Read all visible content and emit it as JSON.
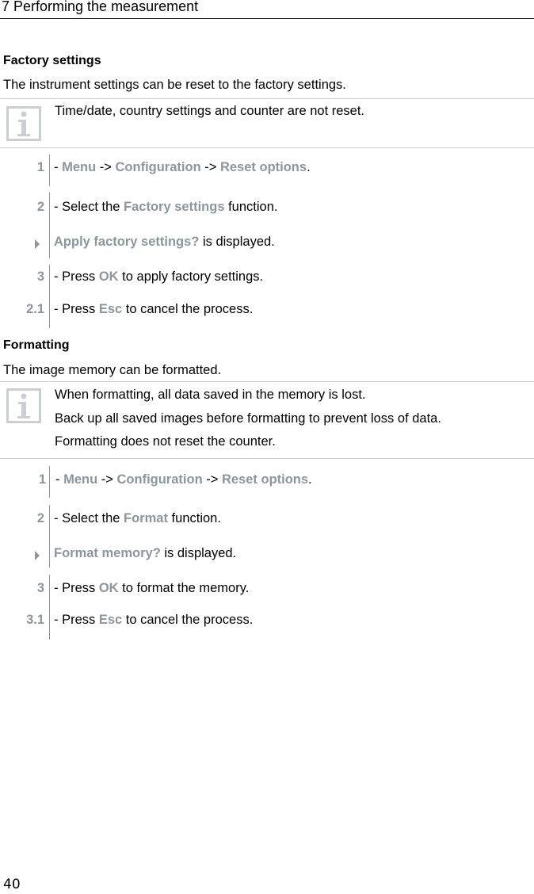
{
  "header": {
    "chapter_title": "7 Performing the measurement"
  },
  "colors": {
    "accent_gray": "#8b969d",
    "rule_gray": "#c9cfd3"
  },
  "sections": [
    {
      "title": "Factory settings",
      "intro": "The instrument settings can be reset to the factory settings.",
      "note": {
        "icon": "info-icon",
        "lines": [
          "Time/date, country settings and counter are not reset."
        ]
      },
      "steps": [
        {
          "num": "1",
          "parts": {
            "a": "- ",
            "k1": "Menu",
            "b": " -> ",
            "k2": "Configuration",
            "c": " -> ",
            "k3": "Reset options",
            "d": "."
          }
        },
        {
          "num": "2",
          "parts": {
            "a": "- Select the ",
            "k1": "Factory settings",
            "b": " function."
          }
        },
        {
          "num": "",
          "icon": "result-triangle-icon",
          "parts": {
            "k1": "Apply factory settings?",
            "a": " is displayed."
          }
        },
        {
          "num": "3",
          "parts": {
            "a": "- Press ",
            "k1": "OK",
            "b": " to apply factory settings."
          }
        },
        {
          "num": "2.1",
          "parts": {
            "a": "- Press ",
            "k1": "Esc",
            "b": " to cancel the process."
          }
        }
      ]
    },
    {
      "title": "Formatting",
      "intro": "The image memory can be formatted.",
      "note": {
        "icon": "info-icon",
        "lines": [
          "When formatting, all data saved in the memory is lost.",
          "Back up all saved images before formatting to prevent loss of data.",
          "Formatting does not reset the counter."
        ]
      },
      "steps": [
        {
          "num": "1",
          "parts": {
            "a": "- ",
            "k1": "Menu",
            "b": " -> ",
            "k2": "Configuration",
            "c": " -> ",
            "k3": "Reset options",
            "d": "."
          }
        },
        {
          "num": "2",
          "parts": {
            "a": "- Select the ",
            "k1": "Format",
            "b": " function."
          }
        },
        {
          "num": "",
          "icon": "result-triangle-icon",
          "parts": {
            "k1": "Format memory?",
            "a": " is displayed."
          }
        },
        {
          "num": "3",
          "parts": {
            "a": "- Press ",
            "k1": "OK",
            "b": " to format the memory."
          }
        },
        {
          "num": "3.1",
          "parts": {
            "a": "- Press ",
            "k1": "Esc",
            "b": " to cancel the process."
          }
        }
      ]
    }
  ],
  "footer": {
    "page_number": "40"
  }
}
